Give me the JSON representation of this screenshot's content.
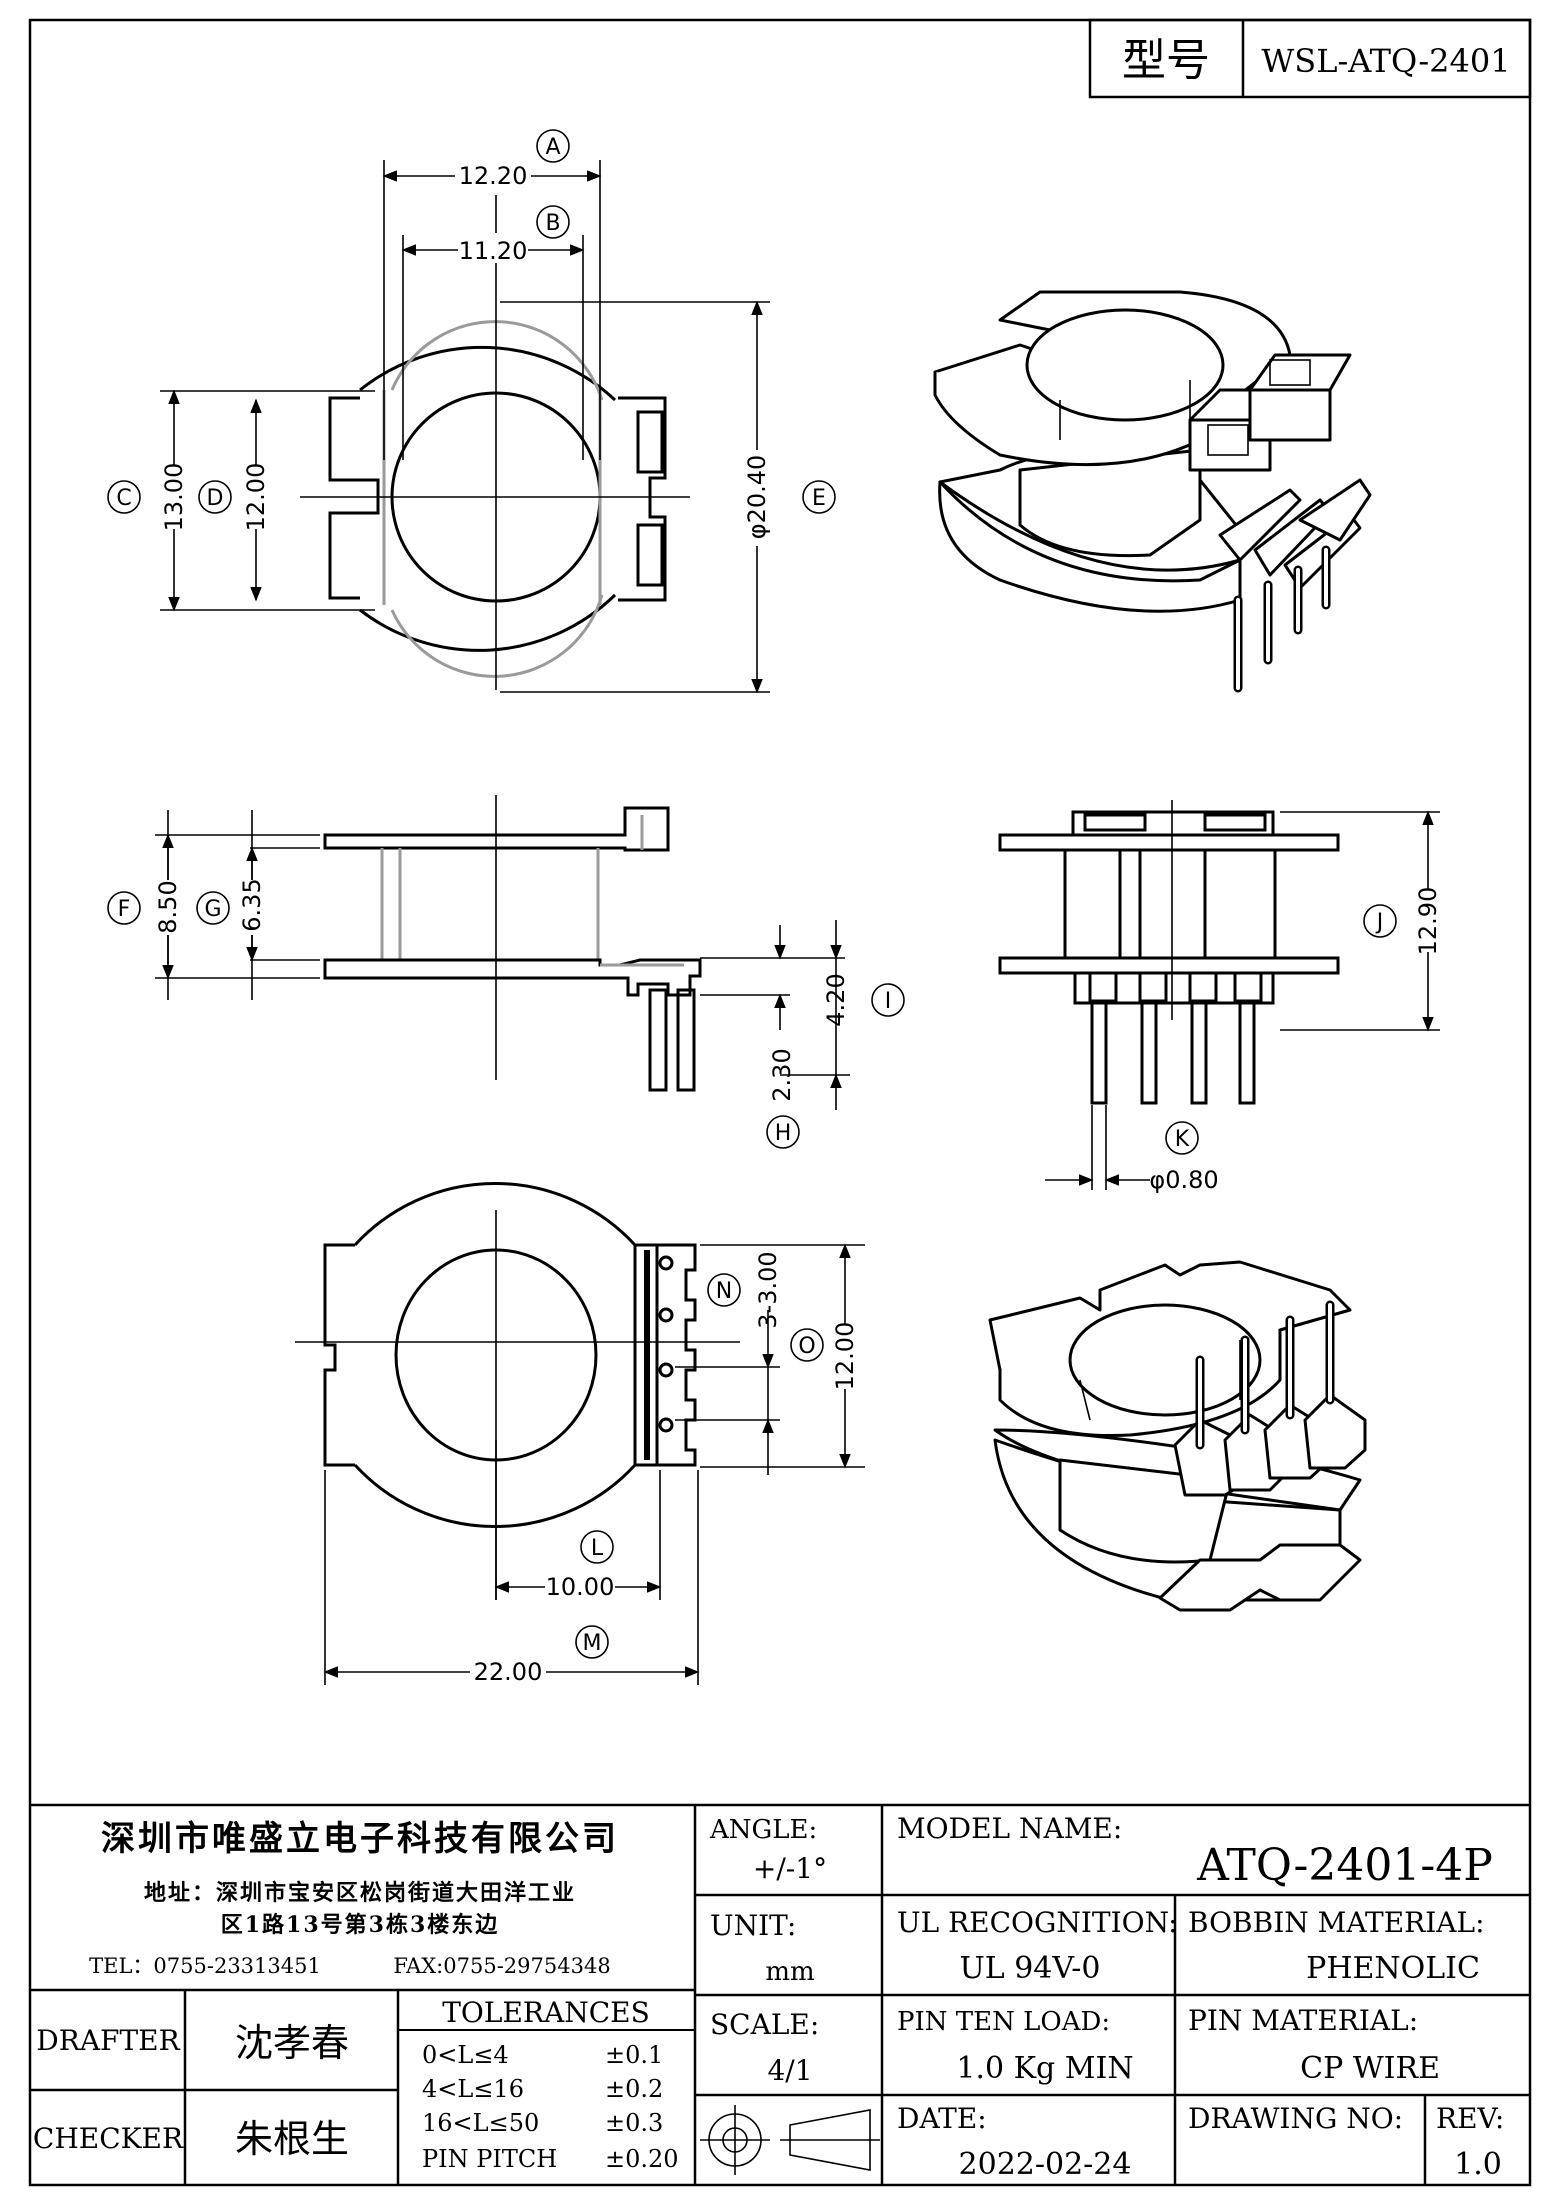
{
  "header": {
    "model_label": "型号",
    "model_code": "WSL-ATQ-2401"
  },
  "views": {
    "top": {
      "dim_a": "12.20",
      "dim_b": "11.20",
      "dim_c": "13.00",
      "dim_d": "12.00",
      "dim_e": "φ20.40",
      "tag_a": "A",
      "tag_b": "B",
      "tag_c": "C",
      "tag_d": "D",
      "tag_e": "E"
    },
    "side": {
      "dim_f": "8.50",
      "dim_g": "6.35",
      "dim_i": "4.20",
      "dim_h": "2.30",
      "tag_f": "F",
      "tag_g": "G",
      "tag_h": "H",
      "tag_i": "I"
    },
    "front": {
      "dim_j": "12.90",
      "dim_k": "φ0.80",
      "tag_j": "J",
      "tag_k": "K"
    },
    "bottom": {
      "dim_n": "3-3.00",
      "dim_o": "12.00",
      "dim_l": "10.00",
      "dim_m": "22.00",
      "tag_n": "N",
      "tag_o": "O",
      "tag_l": "L",
      "tag_m": "M"
    }
  },
  "title_block": {
    "company": "深圳市唯盛立电子科技有限公司",
    "address_line1": "地址：深圳市宝安区松岗街道大田洋工业",
    "address_line2": "区1路13号第3栋3楼东边",
    "tel": "TEL：0755-23313451",
    "fax": "FAX:0755-29754348",
    "angle_label": "ANGLE:",
    "angle_value": "+/-1°",
    "unit_label": "UNIT:",
    "unit_value": "mm",
    "scale_label": "SCALE:",
    "scale_value": "4/1",
    "model_name_label": "MODEL NAME:",
    "model_name_value": "ATQ-2401-4P",
    "ul_label": "UL RECOGNITION:",
    "ul_value": "UL 94V-0",
    "bobbin_label": "BOBBIN MATERIAL:",
    "bobbin_value": "PHENOLIC",
    "pin_load_label": "PIN TEN LOAD:",
    "pin_load_value": "1.0 Kg MIN",
    "pin_material_label": "PIN MATERIAL:",
    "pin_material_value": "CP WIRE",
    "date_label": "DATE:",
    "date_value": "2022-02-24",
    "drawing_no_label": "DRAWING NO:",
    "drawing_no_value": "",
    "rev_label": "REV:",
    "rev_value": "1.0",
    "drafter_label": "DRAFTER",
    "drafter_name": "沈孝春",
    "checker_label": "CHECKER",
    "checker_name": "朱根生",
    "tolerances_title": "TOLERANCES",
    "tolerances": [
      {
        "range": "0<L≤4",
        "value": "±0.1"
      },
      {
        "range": "4<L≤16",
        "value": "±0.2"
      },
      {
        "range": "16<L≤50",
        "value": "±0.3"
      },
      {
        "range": "PIN PITCH",
        "value": "±0.20"
      }
    ]
  }
}
